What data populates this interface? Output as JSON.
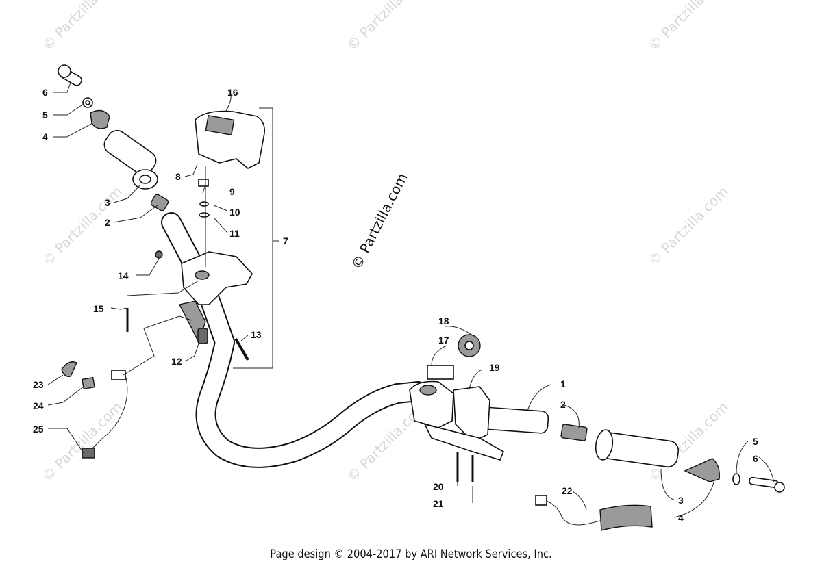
{
  "diagram": {
    "watermark_text": "© Partzilla.com",
    "main_watermark_text": "© Partzilla.com",
    "callouts": {
      "c1": "1",
      "c2_left": "2",
      "c2_right": "2",
      "c3_left": "3",
      "c3_right": "3",
      "c4_left": "4",
      "c4_right": "4",
      "c5_left": "5",
      "c5_right": "5",
      "c6_left": "6",
      "c6_right": "6",
      "c7": "7",
      "c8": "8",
      "c9": "9",
      "c10": "10",
      "c11": "11",
      "c12": "12",
      "c13": "13",
      "c14": "14",
      "c15": "15",
      "c16": "16",
      "c17": "17",
      "c18": "18",
      "c19": "19",
      "c20": "20",
      "c21": "21",
      "c22": "22",
      "c23": "23",
      "c24": "24",
      "c25": "25"
    }
  },
  "footer": {
    "text": "Page design © 2004-2017 by ARI Network Services, Inc."
  }
}
